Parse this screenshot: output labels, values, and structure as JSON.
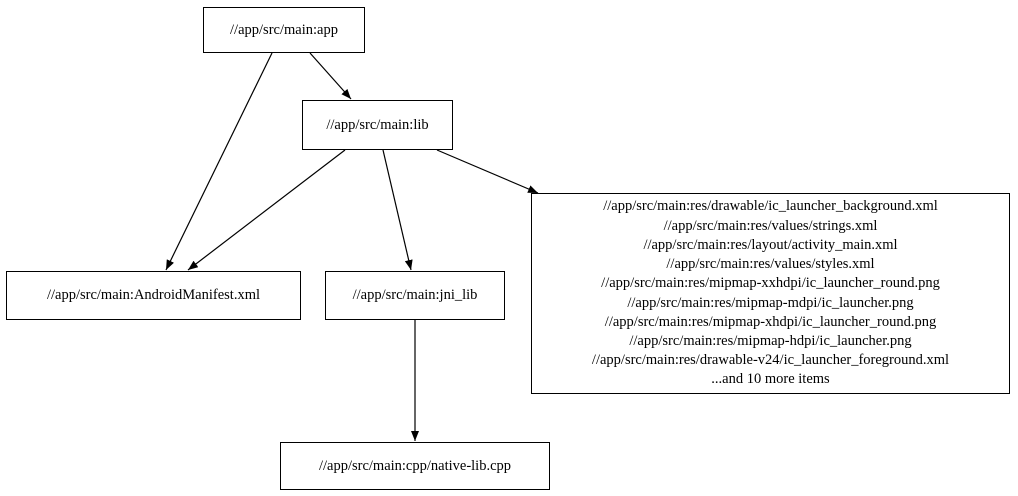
{
  "diagram": {
    "type": "dependency-graph",
    "background_color": "#ffffff",
    "node_border_color": "#000000",
    "edge_color": "#000000",
    "text_color": "#000000",
    "nodes": [
      {
        "id": "app",
        "label": "//app/src/main:app"
      },
      {
        "id": "lib",
        "label": "//app/src/main:lib"
      },
      {
        "id": "manifest",
        "label": "//app/src/main:AndroidManifest.xml"
      },
      {
        "id": "jni_lib",
        "label": "//app/src/main:jni_lib"
      },
      {
        "id": "res_group",
        "lines": [
          "//app/src/main:res/drawable/ic_launcher_background.xml",
          "//app/src/main:res/values/strings.xml",
          "//app/src/main:res/layout/activity_main.xml",
          "//app/src/main:res/values/styles.xml",
          "//app/src/main:res/mipmap-xxhdpi/ic_launcher_round.png",
          "//app/src/main:res/mipmap-mdpi/ic_launcher.png",
          "//app/src/main:res/mipmap-xhdpi/ic_launcher_round.png",
          "//app/src/main:res/mipmap-hdpi/ic_launcher.png",
          "//app/src/main:res/drawable-v24/ic_launcher_foreground.xml",
          "...and 10 more items"
        ]
      },
      {
        "id": "native_lib",
        "label": "//app/src/main:cpp/native-lib.cpp"
      }
    ],
    "edges": [
      {
        "from": "//app/src/main:app",
        "to": "//app/src/main:lib"
      },
      {
        "from": "//app/src/main:app",
        "to": "//app/src/main:AndroidManifest.xml"
      },
      {
        "from": "//app/src/main:lib",
        "to": "//app/src/main:AndroidManifest.xml"
      },
      {
        "from": "//app/src/main:lib",
        "to": "//app/src/main:jni_lib"
      },
      {
        "from": "//app/src/main:lib",
        "to": "res file group"
      },
      {
        "from": "//app/src/main:jni_lib",
        "to": "//app/src/main:cpp/native-lib.cpp"
      }
    ]
  }
}
